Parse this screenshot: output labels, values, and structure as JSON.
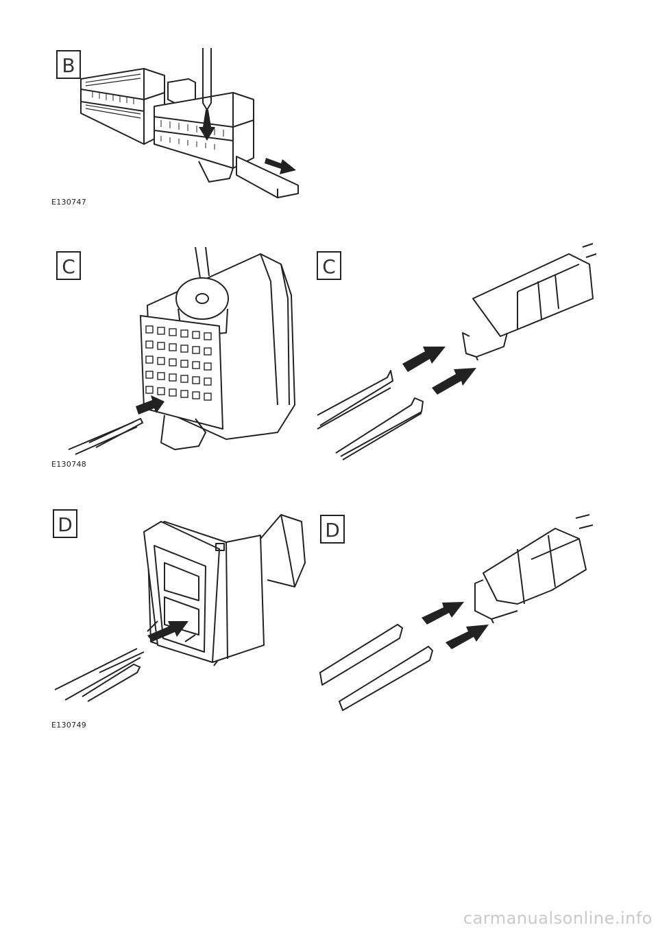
{
  "figures": [
    {
      "label": "B",
      "code": "E130747"
    },
    {
      "label": "C",
      "label_right": "C",
      "code": "E130748"
    },
    {
      "label": "D",
      "label_right": "D",
      "code": "E130749"
    }
  ],
  "watermark": "carmanualsonline.info"
}
